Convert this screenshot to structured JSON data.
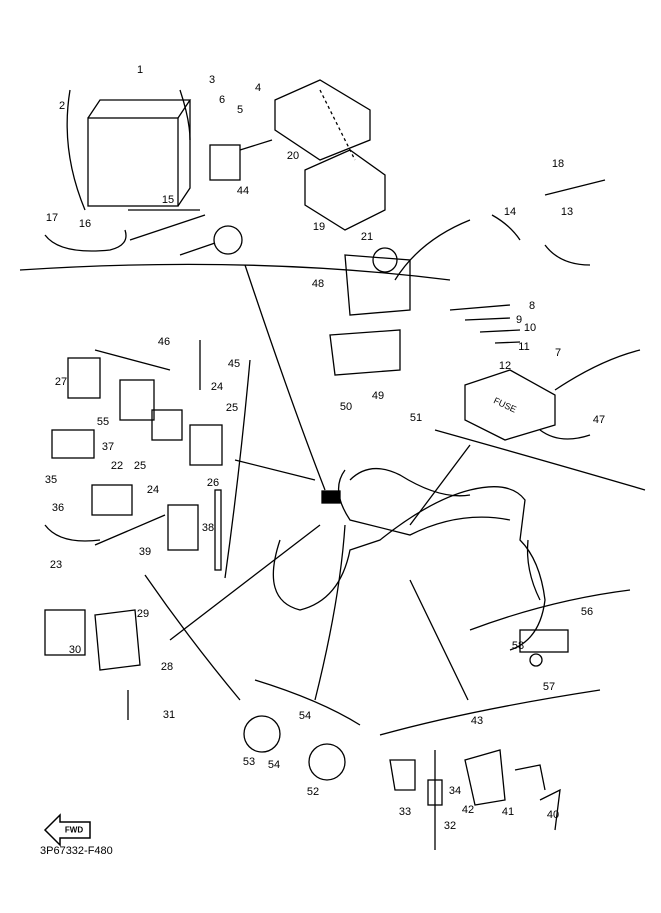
{
  "diagram_code": "3P67332-F480",
  "direction_marker": "FWD",
  "fuse_box_text": "FUSE",
  "part_labels": [
    "1",
    "2",
    "3",
    "4",
    "5",
    "6",
    "20",
    "15",
    "17",
    "16",
    "44",
    "19",
    "21",
    "18",
    "14",
    "13",
    "48",
    "8",
    "9",
    "10",
    "11",
    "7",
    "12",
    "49",
    "50",
    "51",
    "47",
    "46",
    "45",
    "27",
    "24",
    "25",
    "55",
    "37",
    "35",
    "22",
    "25",
    "24",
    "26",
    "36",
    "38",
    "23",
    "39",
    "29",
    "30",
    "28",
    "31",
    "56",
    "58",
    "57",
    "54",
    "53",
    "54",
    "52",
    "43",
    "34",
    "42",
    "33",
    "41",
    "40",
    "32"
  ]
}
